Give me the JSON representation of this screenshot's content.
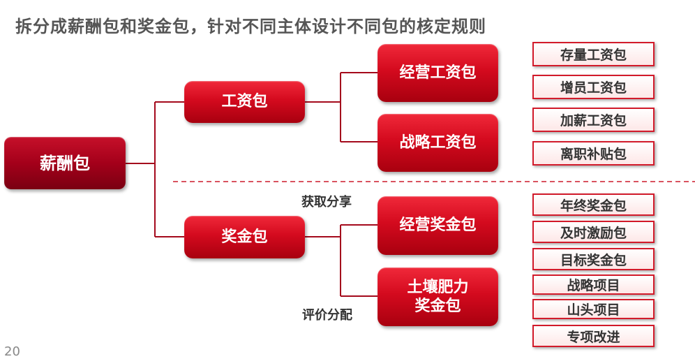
{
  "title": "拆分成薪酬包和奖金包，针对不同主体设计不同包的核定规则",
  "page_number": "20",
  "nodes": {
    "root": "薪酬包",
    "salary_pack": "工资包",
    "bonus_pack": "奖金包",
    "operating_salary": "经营工资包",
    "strategic_salary": "战略工资包",
    "operating_bonus": "经营奖金包",
    "soil_bonus_line1": "土壤肥力",
    "soil_bonus_line2": "奖金包"
  },
  "edge_labels": {
    "share": "获取分享",
    "evaluate": "评价分配"
  },
  "leaves": {
    "salary": [
      "存量工资包",
      "增员工资包",
      "加薪工资包",
      "离职补贴包"
    ],
    "bonus": [
      "年终奖金包",
      "及时激励包",
      "目标奖金包",
      "战略项目",
      "山头项目",
      "专项改进"
    ]
  },
  "colors": {
    "node_red": "#d40a1e",
    "root_red": "#a4001a",
    "connector": "#a40a1c",
    "divider": "#d9535f",
    "title_gray": "#555555"
  }
}
